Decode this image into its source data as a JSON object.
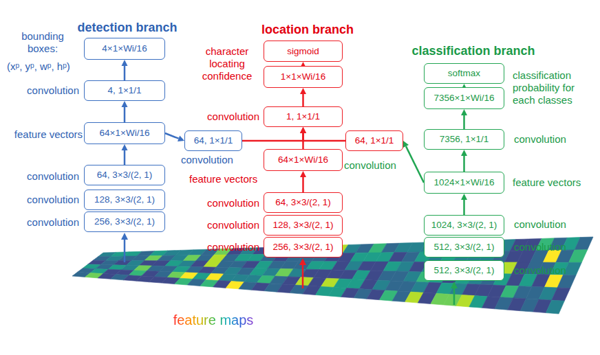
{
  "diagram": {
    "nodes": [
      {
        "text": [
          "4×1×Wi/16"
        ]
      },
      {
        "text": [
          "4, 1×1/1"
        ]
      },
      {
        "text": [
          "64×1×Wi/16"
        ]
      },
      {
        "text": [
          "64, 3×3/(2, 1)"
        ]
      },
      {
        "text": [
          "128, 3×3/(2, 1)"
        ]
      },
      {
        "text": [
          "256, 3×3/(2, 1)"
        ]
      },
      {
        "text": [
          "64, 1×1/1"
        ]
      },
      {
        "text": [
          "sigmoid"
        ]
      },
      {
        "text": [
          "1×1×Wi/16"
        ]
      },
      {
        "text": [
          "1, 1×1/1"
        ]
      },
      {
        "text": [
          "64×1×Wi/16"
        ]
      },
      {
        "text": [
          "64, 3×3/(2, 1)"
        ]
      },
      {
        "text": [
          "128, 3×3/(2, 1)"
        ]
      },
      {
        "text": [
          "256, 3×3/(2, 1)"
        ]
      },
      {
        "text": [
          "softmax"
        ]
      },
      {
        "text": [
          "7356×1×Wi/16"
        ]
      },
      {
        "text": [
          "7356, 1×1/1"
        ]
      },
      {
        "text": [
          "1024×1×Wi/16"
        ]
      },
      {
        "text": [
          "1024, 3×3/(2, 1)"
        ]
      },
      {
        "text": [
          "512, 3×3/(2, 1)"
        ]
      },
      {
        "text": [
          "512, 3×3/(2, 1)"
        ]
      },
      {
        "text": [
          "64, 1×1/1"
        ]
      }
    ],
    "edges": [
      {
        "from": 3,
        "to": 2,
        "arrow": "to"
      },
      {
        "from": 2,
        "to": 1,
        "arrow": "to"
      },
      {
        "from": 1,
        "to": 0,
        "arrow": "to"
      },
      {
        "from": 2,
        "to": 6,
        "arrow": "to"
      },
      {
        "from": 6,
        "to": 9,
        "arrow": "to"
      },
      {
        "from": 10,
        "to": 9,
        "arrow": "to"
      },
      {
        "from": 21,
        "to": 9,
        "arrow": "to"
      },
      {
        "from": 11,
        "to": 10,
        "arrow": "to"
      },
      {
        "from": 9,
        "to": 8,
        "arrow": "to"
      },
      {
        "from": 8,
        "to": 7,
        "arrow": "to"
      },
      {
        "from": 18,
        "to": 17,
        "arrow": "to"
      },
      {
        "from": 17,
        "to": 16,
        "arrow": "to"
      },
      {
        "from": 16,
        "to": 15,
        "arrow": "to"
      },
      {
        "from": 15,
        "to": 14,
        "arrow": "to"
      },
      {
        "from": 17,
        "to": 21,
        "arrow": "to"
      }
    ],
    "labels": [
      "detection branch",
      "location branch",
      "classification branch",
      "bounding boxes:",
      "(xᵖ, yᵖ, wᵖ, hᵖ)",
      "convolution",
      "feature vectors",
      "convolution",
      "convolution",
      "convolution",
      "convolution",
      "character locating confidence",
      "convolution",
      "feature vectors",
      "convolution",
      "convolution",
      "convolution",
      "convolution",
      "classification probability for each classes",
      "convolution",
      "feature vectors",
      "convolution",
      "convolution",
      "convolution",
      "feature maps"
    ]
  }
}
